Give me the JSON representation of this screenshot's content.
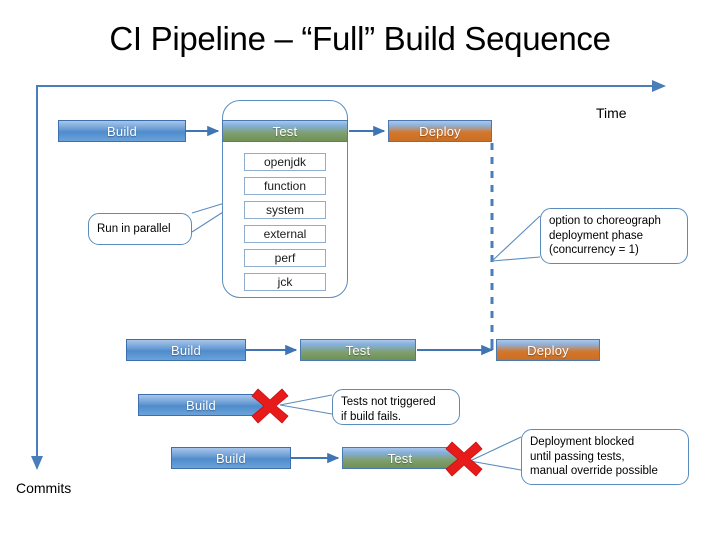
{
  "slide": {
    "title": "CI Pipeline – “Full” Build Sequence"
  },
  "axes": {
    "horizontal_label": "Time",
    "vertical_label": "Commits",
    "axis_color": "#4a7ebb"
  },
  "palette": {
    "build_blue": "#4f8ccb",
    "test_green": "#7e9f6c",
    "deploy_orange": "#d4762a",
    "callout_border": "#5b8cbe",
    "x_red": "#e81b1b",
    "dashed_blue": "#4a7ebb"
  },
  "rows": [
    {
      "name": "row-1-full-pipeline",
      "stages": [
        {
          "label": "Build",
          "kind": "build"
        },
        {
          "label": "Test",
          "kind": "test"
        },
        {
          "label": "Deploy",
          "kind": "deploy"
        }
      ]
    },
    {
      "name": "row-2-second-commit",
      "stages": [
        {
          "label": "Build",
          "kind": "build"
        },
        {
          "label": "Test",
          "kind": "test"
        },
        {
          "label": "Deploy",
          "kind": "deploy"
        }
      ]
    },
    {
      "name": "row-3-failed-build",
      "stages": [
        {
          "label": "Build",
          "kind": "build"
        }
      ]
    },
    {
      "name": "row-4-failed-test",
      "stages": [
        {
          "label": "Build",
          "kind": "build"
        },
        {
          "label": "Test",
          "kind": "test"
        }
      ]
    }
  ],
  "test_group": {
    "header_label": "Test",
    "sub_tests": [
      {
        "label": "openjdk"
      },
      {
        "label": "function"
      },
      {
        "label": "system"
      },
      {
        "label": "external"
      },
      {
        "label": "perf"
      },
      {
        "label": "jck"
      }
    ]
  },
  "callouts": {
    "parallel": {
      "text": "Run in parallel"
    },
    "choreograph": {
      "line1": "option to choreograph",
      "line2": "deployment phase",
      "line3": "(concurrency = 1)"
    },
    "tests_not_triggered": {
      "line1": "Tests not triggered",
      "line2": "if build fails."
    },
    "deployment_blocked": {
      "line1": "Deployment blocked",
      "line2": "until passing tests,",
      "line3": "manual override possible"
    }
  }
}
